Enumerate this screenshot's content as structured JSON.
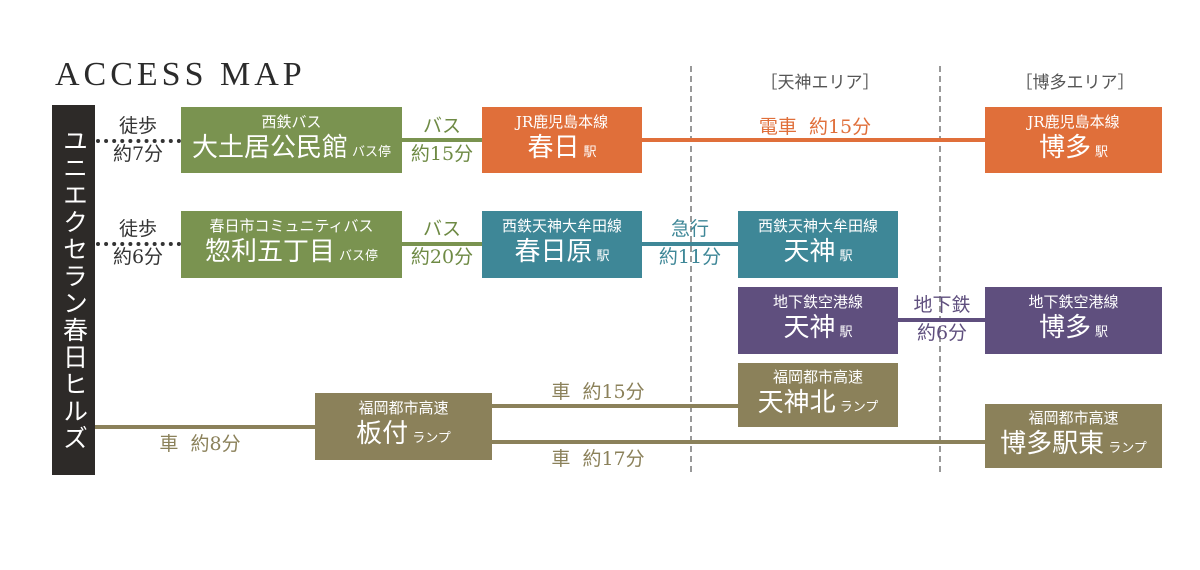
{
  "title": "ACCESS MAP",
  "areas": {
    "tenjin": "［天神エリア］",
    "hakata": "［博多エリア］"
  },
  "origin": "ユニエクセラン春日ヒルズ",
  "boxes": {
    "ooidoi": {
      "sub": "西鉄バス",
      "main": "大土居公民館",
      "suffix": "バス停"
    },
    "souri": {
      "sub": "春日市コミュニティバス",
      "main": "惣利五丁目",
      "suffix": "バス停"
    },
    "kasuga": {
      "sub": "JR鹿児島本線",
      "main": "春日",
      "suffix": "駅"
    },
    "hakata_jr": {
      "sub": "JR鹿児島本線",
      "main": "博多",
      "suffix": "駅"
    },
    "kasugabaru": {
      "sub": "西鉄天神大牟田線",
      "main": "春日原",
      "suffix": "駅"
    },
    "tenjin_nishitetsu": {
      "sub": "西鉄天神大牟田線",
      "main": "天神",
      "suffix": "駅"
    },
    "tenjin_subway": {
      "sub": "地下鉄空港線",
      "main": "天神",
      "suffix": "駅"
    },
    "hakata_subway": {
      "sub": "地下鉄空港線",
      "main": "博多",
      "suffix": "駅"
    },
    "itazuke": {
      "sub": "福岡都市高速",
      "main": "板付",
      "suffix": "ランプ"
    },
    "tenjinkita": {
      "sub": "福岡都市高速",
      "main": "天神北",
      "suffix": "ランプ"
    },
    "hakataekihigashi": {
      "sub": "福岡都市高速",
      "main": "博多駅東",
      "suffix": "ランプ"
    }
  },
  "links": {
    "walk1": {
      "mode": "徒歩",
      "time": "約7分"
    },
    "walk2": {
      "mode": "徒歩",
      "time": "約6分"
    },
    "bus1": {
      "mode": "バス",
      "time": "約15分"
    },
    "bus2": {
      "mode": "バス",
      "time": "約20分"
    },
    "train": "電車  約15分",
    "express": {
      "mode": "急行",
      "time": "約11分"
    },
    "subway": {
      "mode": "地下鉄",
      "time": "約6分"
    },
    "car8": "車  約8分",
    "car15": "車  約15分",
    "car17": "車  約17分"
  },
  "colors": {
    "green": "#7a9350",
    "orange": "#e06f3a",
    "teal": "#3e8797",
    "purple": "#5f4f7e",
    "olive": "#8b815a",
    "dark": "#2d2a28"
  }
}
